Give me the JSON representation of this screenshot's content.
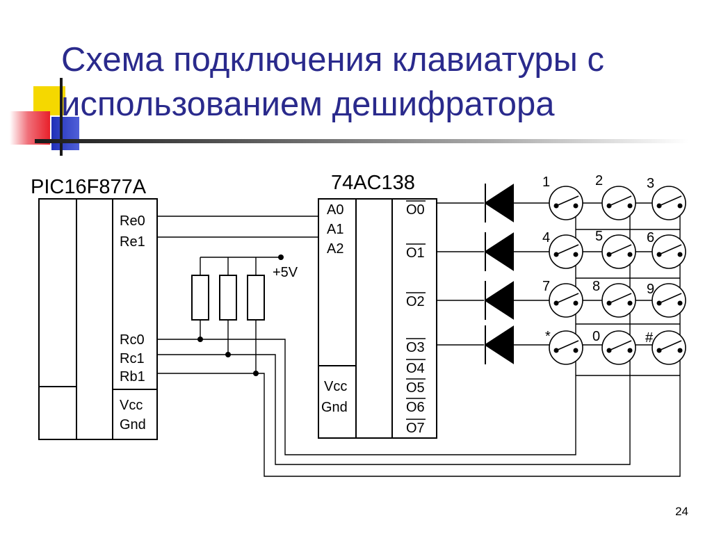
{
  "slide": {
    "title_line1": "Схема подключения клавиатуры с",
    "title_line2": "использованием дешифратора",
    "page_number": "24"
  },
  "colors": {
    "title": "#2a2a8c",
    "accent_yellow": "#f5d800",
    "accent_red": "#e8202a",
    "accent_blue": "#2030b8"
  },
  "mcu": {
    "name": "PIC16F877A",
    "pins": {
      "re0": "Re0",
      "re1": "Re1",
      "rc0": "Rc0",
      "rc1": "Rc1",
      "rb1": "Rb1",
      "vcc": "Vcc",
      "gnd": "Gnd"
    }
  },
  "decoder": {
    "name": "74AC138",
    "inputs": {
      "a0": "A0",
      "a1": "A1",
      "a2": "A2"
    },
    "power": {
      "vcc": "Vcc",
      "gnd": "Gnd"
    },
    "outputs": {
      "o0": "O0",
      "o1": "O1",
      "o2": "O2",
      "o3": "O3",
      "o4": "O4",
      "o5": "O5",
      "o6": "O6",
      "o7": "O7"
    }
  },
  "supply": {
    "label": "+5V"
  },
  "keypad": {
    "row1": [
      "1",
      "2",
      "3"
    ],
    "row2": [
      "4",
      "5",
      "6"
    ],
    "row3": [
      "7",
      "8",
      "9"
    ],
    "row4": [
      "*",
      "0",
      "#"
    ]
  }
}
